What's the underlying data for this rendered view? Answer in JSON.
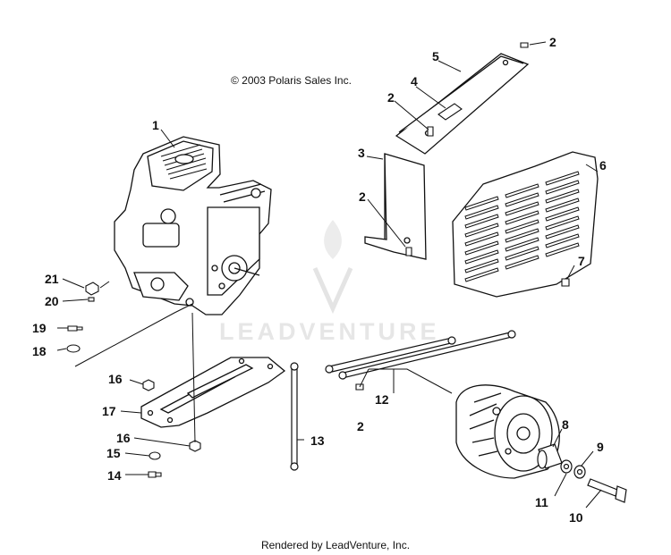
{
  "header": {
    "copyright": "© 2003 Polaris Sales Inc."
  },
  "footer": {
    "rendered_by": "Rendered by LeadVenture, Inc."
  },
  "watermark": {
    "text": "LEADVENTURE"
  },
  "callouts": [
    {
      "id": "c1",
      "label": "1"
    },
    {
      "id": "c2a",
      "label": "2"
    },
    {
      "id": "c2b",
      "label": "2"
    },
    {
      "id": "c2c",
      "label": "2"
    },
    {
      "id": "c2d",
      "label": "2"
    },
    {
      "id": "c3",
      "label": "3"
    },
    {
      "id": "c4",
      "label": "4"
    },
    {
      "id": "c5",
      "label": "5"
    },
    {
      "id": "c6",
      "label": "6"
    },
    {
      "id": "c7",
      "label": "7"
    },
    {
      "id": "c8",
      "label": "8"
    },
    {
      "id": "c9",
      "label": "9"
    },
    {
      "id": "c10",
      "label": "10"
    },
    {
      "id": "c11",
      "label": "11"
    },
    {
      "id": "c12",
      "label": "12"
    },
    {
      "id": "c13",
      "label": "13"
    },
    {
      "id": "c14",
      "label": "14"
    },
    {
      "id": "c15",
      "label": "15"
    },
    {
      "id": "c16a",
      "label": "16"
    },
    {
      "id": "c16b",
      "label": "16"
    },
    {
      "id": "c17",
      "label": "17"
    },
    {
      "id": "c18",
      "label": "18"
    },
    {
      "id": "c19",
      "label": "19"
    },
    {
      "id": "c20",
      "label": "20"
    },
    {
      "id": "c21",
      "label": "21"
    }
  ]
}
